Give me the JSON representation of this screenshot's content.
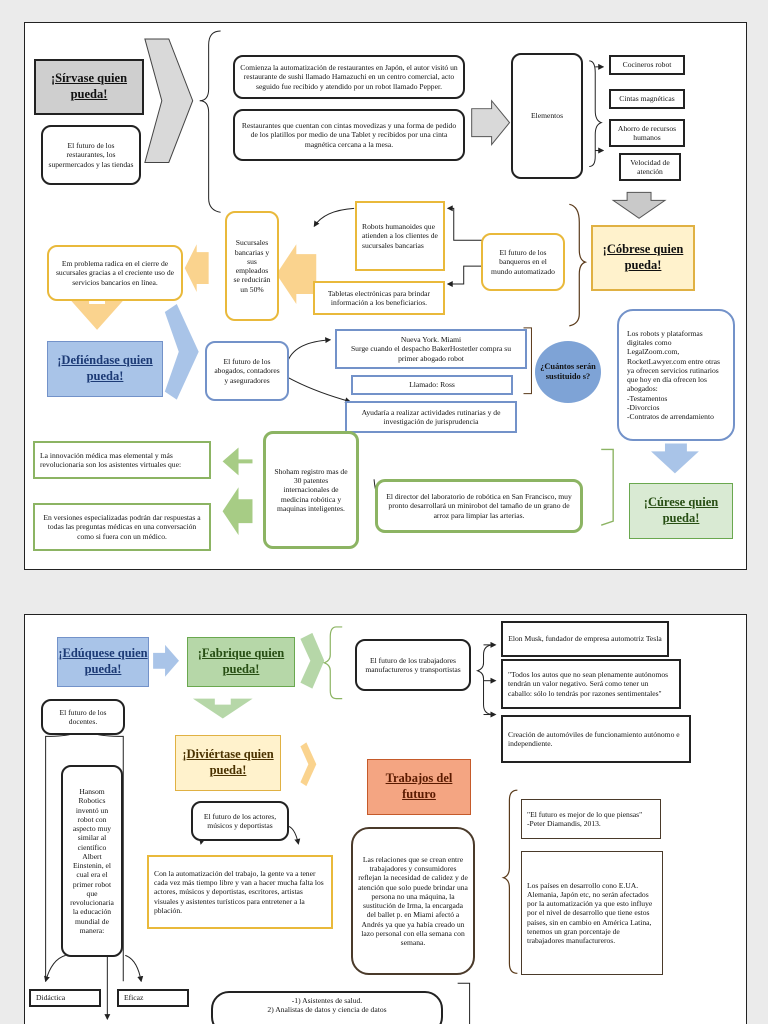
{
  "page1": {
    "title_sirvase": "¡Sírvase quien pueda!",
    "node_futuro_restaurantes": "El futuro de los restaurantes, los supermercados y las tiendas",
    "node_japon": "Comienza la automatización de restaurantes en Japón, el autor visitó un restaurante de sushi llamado Hamazuchi en un centro comercial, acto seguido fue recibido y atendido por un robot llamado Pepper.",
    "node_cintas": "Restaurantes que cuentan con cintas movedizas y una forma de pedido de los platillos por medio de una Tablet y recibidos por una cinta magnética cercana a la mesa.",
    "node_elementos": "Elementos",
    "elementos_items": [
      "Cocineros robot",
      "Cintas magnéticas",
      "Ahorro de recursos humanos",
      "Velocidad de atención"
    ],
    "title_cobrese": "¡Cóbrese quien pueda!",
    "node_banqueros": "El futuro de los banqueros en el mundo automatizado",
    "node_robots_humanoides": "Robots humanoides que atienden a los clientes de sucursales bancarias",
    "node_tabletas": "Tabletas electrónicas para brindar información a los beneficiarios.",
    "node_sucursales": "Sucursales bancarias y sus empleados se reducirán un 50%",
    "node_problema": "Em problema radica en el cierre de sucursales gracias a el creciente uso de servicios bancarios en línea.",
    "title_defiendase": "¡Defiéndase quien pueda!",
    "node_abogados": "El futuro de los abogados, contadores y aseguradores",
    "node_nueva_york": "Nueva York. Miami\nSurge cuando el despacho BakerHostetler compra su primer abogado robot",
    "node_ross": "Llamado: Ross",
    "node_ayudaria": "Ayudaría a realizar actividades rutinarias y de investigación de jurisprudencia",
    "node_cuantos": "¿Cuántos serán sustituido s?",
    "node_plataformas": "Los robots y plataformas digitales como LegalZoom.com, RocketLawyer.com entre otras ya ofrecen servicios rutinarios que hoy en día ofrecen los abogados:\n-Testamentos\n-Divorcios\n-Contratos de arrendamiento",
    "title_curese": "¡Cúrese quien pueda!",
    "node_innovacion": "La innovación médica mas elemental y más revolucionaria son los asistentes virtuales que:",
    "node_versiones": "En versiones especializadas podrán dar respuestas a todas las preguntas médicas en una conversación como si fuera con un médico.",
    "node_shoham": "Shoham registro mas de 30 patentes internacionales de medicina robótica y maquinas inteligentes.",
    "node_director": "El director del laboratorio de robótica en San Francisco, muy pronto desarrollará un minirobot del tamaño de un grano de arroz para limpiar las arterias."
  },
  "page2": {
    "title_eduquese": "¡Edúquese quien pueda!",
    "title_fabrique": "¡Fabrique quien pueda!",
    "node_trabajadores": "El futuro de los trabajadores manufactureros y transportistas",
    "node_elon": "Elon Musk, fundador de empresa automotriz Tesla",
    "node_quote_autos": "\"Todos los autos que no sean plenamente autónomos tendrán un valor negativo. Será como tener un caballo: sólo lo tendrás por razones sentimentales\"",
    "node_creacion": "Creación de automóviles de funcionamiento autónomo e independiente.",
    "node_docentes": "El futuro de los docentes.",
    "node_hansom": "Hansom Robotics inventó un robot con aspecto muy similar al científico Albert Einstenin, el cual era el primer robot que revolucionaria la educación mundial de manera:",
    "node_didactica": "Didáctica",
    "node_eficaz": "Eficaz",
    "title_diviertase": "¡Diviértase quien pueda!",
    "node_actores": "El futuro de los actores, músicos y deportistas",
    "node_automatizacion": "Con la automatización del trabajo, la gente va a tener cada vez más tiempo libre y van a hacer mucha falta los actores, músicos y deportistas, escritores, artistas visuales y asistentes turísticos para entretener a la pblación.",
    "title_trabajos": "Trabajos del futuro",
    "node_relaciones": "Las relaciones que se crean entre trabajadores y consumidores reflejan la necesidad de calidez y de atención que solo puede brindar una persona no una máquina, la sustitución de Irma, la encargada del ballet p. en Miami afectó a Andrés ya que ya había creado un lazo personal con ella semana con semana.",
    "node_quote_futuro": "\"El futuro es mejor de lo que piensas\"\n-Peter Diamandis, 2013.",
    "node_paises": "Los países en desarrollo cono E.UA. Alemania, Japón etc, no serán afectados por la automatización ya que esto influye por el nivel de desarrollo que tiene estos países, sin en cambio en América Latina, tenemos un gran porcentaje de trabajadores manufactureros.",
    "node_asistentes": "-1) Asistentes de salud.\n2) Analistas de datos y ciencia de datos"
  }
}
